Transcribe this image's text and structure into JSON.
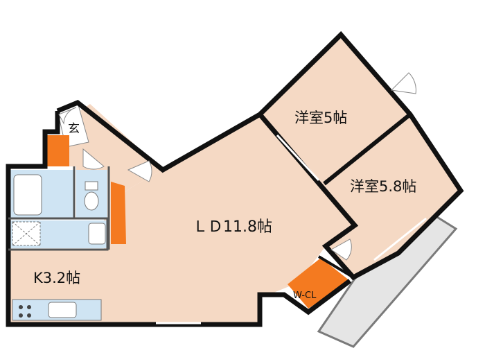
{
  "colors": {
    "floor": "#f5d9c4",
    "wall": "#111111",
    "storage": "#f47a20",
    "wet": "#cfe4f3",
    "balcony": "#e5e5e5",
    "window": "#ffffff"
  },
  "labels": {
    "entrance": "玄",
    "room1": "洋室5帖",
    "room2": "洋室5.8帖",
    "living": "ＬＤ11.8帖",
    "kitchen": "K3.2帖",
    "walkin_closet": "W-CL"
  }
}
